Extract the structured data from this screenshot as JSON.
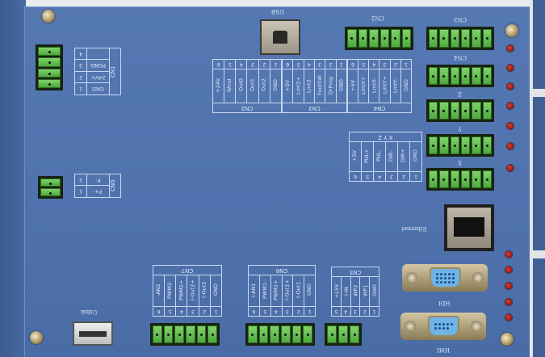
{
  "labels": {
    "usb": "USB",
    "cn2_top": "CN2",
    "cn3_top": "CN3",
    "cn4": "CN4",
    "z": "Z",
    "y": "Y",
    "x": "X",
    "ethernet": "Ethernet",
    "hdi": "HDI",
    "hmi": "HMI",
    "udisk": "Udisk"
  },
  "tables": {
    "cn1": {
      "title": "CN1",
      "pins": [
        {
          "num": "1",
          "label": "GND"
        },
        {
          "num": "2",
          "label": "24V+"
        },
        {
          "num": "3",
          "label": "PGND"
        },
        {
          "num": "4",
          "label": ""
        }
      ]
    },
    "cn0": {
      "title": "CN0",
      "pins": [
        {
          "num": "1",
          "label": "P+"
        },
        {
          "num": "2",
          "label": "P-"
        }
      ]
    },
    "cn2": {
      "title": "CN2",
      "pins": [
        {
          "num": "1",
          "label": "GND"
        },
        {
          "num": "2",
          "label": "Out2"
        },
        {
          "num": "3",
          "label": "Out1"
        },
        {
          "num": "4",
          "label": "Out0"
        },
        {
          "num": "5",
          "label": "Wind"
        },
        {
          "num": "6",
          "label": "+24V"
        }
      ]
    },
    "cn3": {
      "title": "CN3",
      "pins": [
        {
          "num": "1",
          "label": "GND"
        },
        {
          "num": "2",
          "label": "DrProg"
        },
        {
          "num": "3",
          "label": "FootSW"
        },
        {
          "num": "4",
          "label": "Lmt2-"
        },
        {
          "num": "5",
          "label": "Lmt2+"
        },
        {
          "num": "6",
          "label": "+5V"
        }
      ]
    },
    "cn4": {
      "title": "CN4",
      "pins": [
        {
          "num": "1",
          "label": "GND"
        },
        {
          "num": "2",
          "label": "LmtY-"
        },
        {
          "num": "3",
          "label": "LmtY+"
        },
        {
          "num": "4",
          "label": "LmtX-"
        },
        {
          "num": "5",
          "label": "LmtX+"
        },
        {
          "num": "6",
          "label": "+5V"
        }
      ]
    },
    "xyz": {
      "title": "X Y Z",
      "pins": [
        {
          "num": "1",
          "label": "GND"
        },
        {
          "num": "2",
          "label": "DIR+"
        },
        {
          "num": "3",
          "label": "DIR-"
        },
        {
          "num": "4",
          "label": "PUL-"
        },
        {
          "num": "5",
          "label": "PUL+"
        },
        {
          "num": "6",
          "label": "+5V"
        }
      ]
    },
    "cn7": {
      "title": "CN7",
      "pins": [
        {
          "num": "1",
          "label": "GND"
        },
        {
          "num": "2",
          "label": "I-Out2"
        },
        {
          "num": "3",
          "label": "I-Out2+"
        },
        {
          "num": "4",
          "label": "PWM2+"
        },
        {
          "num": "5",
          "label": "PWM2-"
        },
        {
          "num": "6",
          "label": "-AN2"
        }
      ]
    },
    "cn6": {
      "title": "CN6",
      "pins": [
        {
          "num": "1",
          "label": "GND"
        },
        {
          "num": "2",
          "label": "I-Out1"
        },
        {
          "num": "3",
          "label": "I-Out1+"
        },
        {
          "num": "4",
          "label": "PWM1+"
        },
        {
          "num": "5",
          "label": "PWM1-"
        },
        {
          "num": "6",
          "label": "I-AN1"
        }
      ]
    },
    "cn5": {
      "title": "CN5",
      "pins": [
        {
          "num": "1",
          "label": "GND"
        },
        {
          "num": "2",
          "label": "WP1"
        },
        {
          "num": "3",
          "label": "WP2"
        },
        {
          "num": "4",
          "label": "I-IN"
        },
        {
          "num": "5",
          "label": "+L5V"
        }
      ]
    }
  },
  "colors": {
    "board": "#5176b0",
    "terminal": "#5fba4a",
    "led": "#c8281c"
  }
}
